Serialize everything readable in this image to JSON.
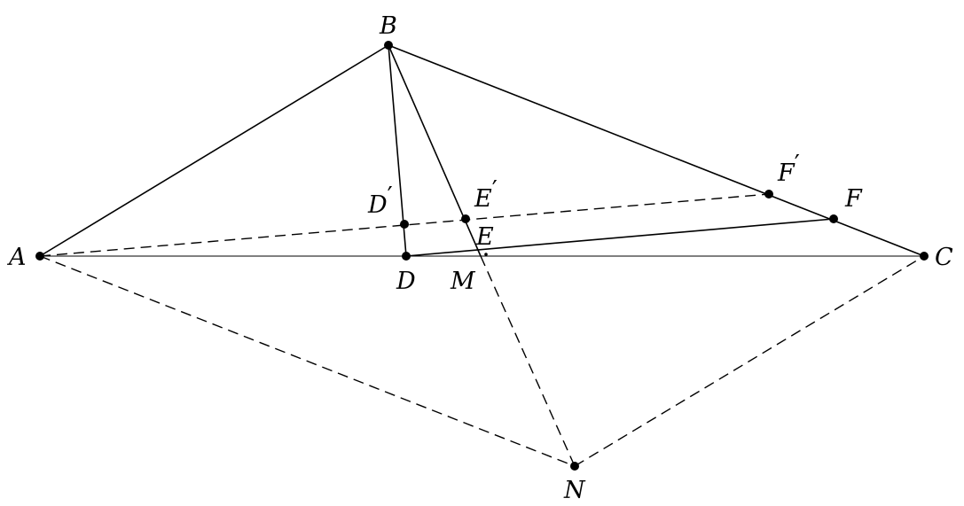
{
  "points": {
    "A": {
      "label": "A"
    },
    "B": {
      "label": "B"
    },
    "C": {
      "label": "C"
    },
    "D": {
      "label": "D"
    },
    "E": {
      "label": "E"
    },
    "M": {
      "label": "M"
    },
    "N": {
      "label": "N"
    },
    "F": {
      "label": "F"
    },
    "Dp": {
      "label": "D",
      "prime": "′"
    },
    "Ep": {
      "label": "E",
      "prime": "′"
    },
    "Fp": {
      "label": "F",
      "prime": "′"
    }
  }
}
